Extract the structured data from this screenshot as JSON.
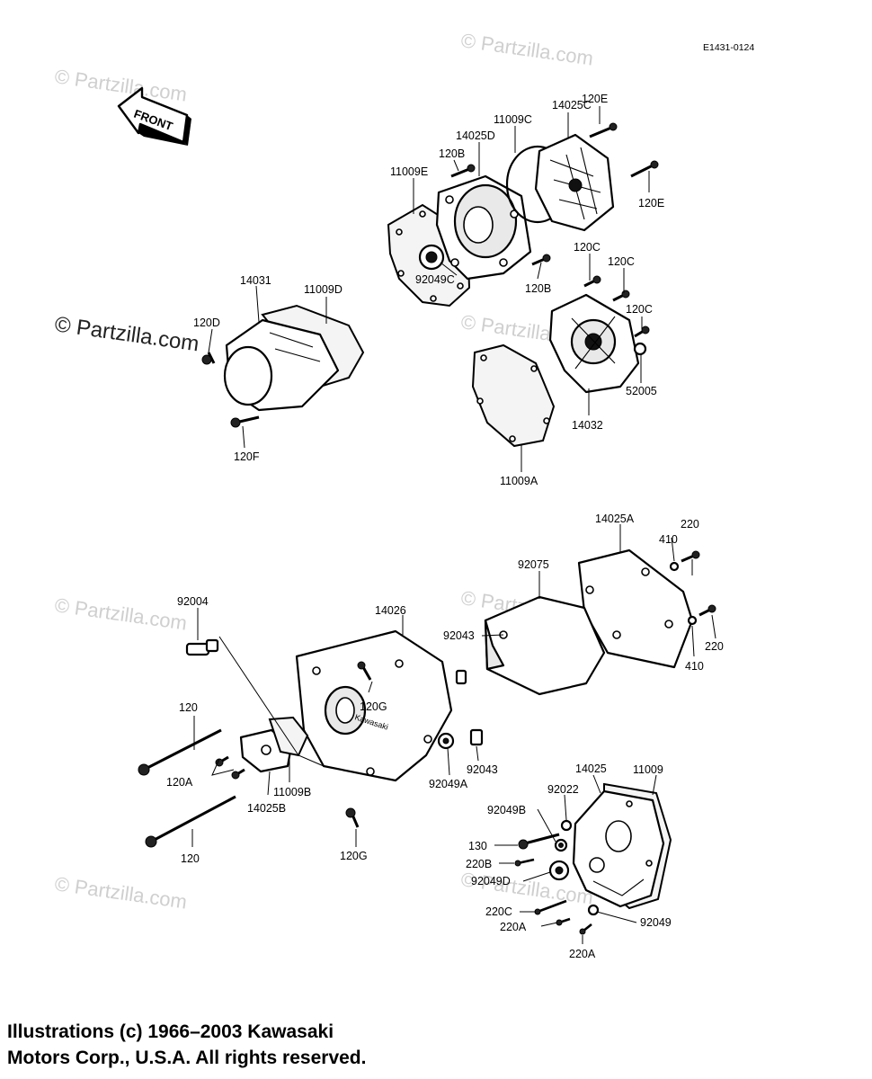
{
  "diagram_code": "E1431-0124",
  "front_label": "FRONT",
  "watermark": {
    "faint": "© Partzilla.com",
    "bold": "© Partzilla.com"
  },
  "emblem_text": "Kawasaki",
  "copyright": {
    "line1": "Illustrations (c) 1966–2003 Kawasaki",
    "line2": "Motors Corp., U.S.A.  All rights reserved."
  },
  "labels": {
    "p14025C": "14025C",
    "p120E_a": "120E",
    "p11009C": "11009C",
    "p14025D": "14025D",
    "p120B_a": "120B",
    "p11009E": "11009E",
    "p120E_b": "120E",
    "p92049C": "92049C",
    "p120B_b": "120B",
    "p120C_a": "120C",
    "p120C_b": "120C",
    "p120C_c": "120C",
    "p52005": "52005",
    "p14032": "14032",
    "p11009A": "11009A",
    "p14031": "14031",
    "p11009D": "11009D",
    "p120D": "120D",
    "p120F": "120F",
    "p14025A": "14025A",
    "p220_a": "220",
    "p410_a": "410",
    "p92075": "92075",
    "p220_b": "220",
    "p410_b": "410",
    "p92004": "92004",
    "p14026": "14026",
    "p92043_a": "92043",
    "p120G_a": "120G",
    "p120_a": "120",
    "p92043_b": "92043",
    "p92049A": "92049A",
    "p120A": "120A",
    "p11009B": "11009B",
    "p14025B": "14025B",
    "p120_b": "120",
    "p120G_b": "120G",
    "p14025": "14025",
    "p11009": "11009",
    "p92022": "92022",
    "p92049B": "92049B",
    "p130": "130",
    "p220B": "220B",
    "p92049D": "92049D",
    "p220C": "220C",
    "p220A_a": "220A",
    "p92049": "92049",
    "p220A_b": "220A"
  }
}
